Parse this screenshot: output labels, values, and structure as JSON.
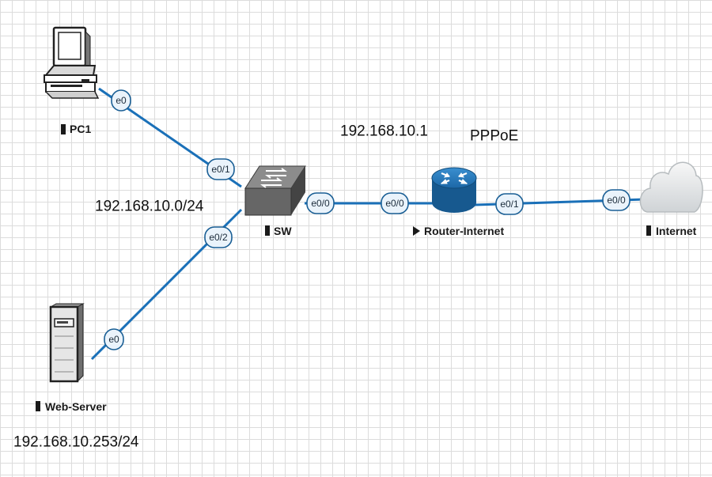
{
  "nodes": {
    "pc1": {
      "label": "PC1",
      "icon": "desktop-pc-icon"
    },
    "sw": {
      "label": "SW",
      "icon": "switch-icon"
    },
    "router": {
      "label": "Router-Internet",
      "icon": "router-icon"
    },
    "internet": {
      "label": "Internet",
      "icon": "cloud-icon"
    },
    "web_server": {
      "label": "Web-Server",
      "icon": "server-icon"
    }
  },
  "interfaces": {
    "pc1_e0": "e0",
    "sw_e0_1": "e0/1",
    "sw_e0_2": "e0/2",
    "web_e0": "e0",
    "sw_e0_0": "e0/0",
    "router_e0_0": "e0/0",
    "router_e0_1": "e0/1",
    "internet_e0_0": "e0/0"
  },
  "annotations": {
    "gateway_ip": "192.168.10.1",
    "protocol": "PPPoE",
    "subnet": "192.168.10.0/24",
    "server_ip": "192.168.10.253/24"
  },
  "colors": {
    "link": "#1a70b8",
    "router": "#1f6fa8",
    "grid": "#dcdcdc"
  }
}
